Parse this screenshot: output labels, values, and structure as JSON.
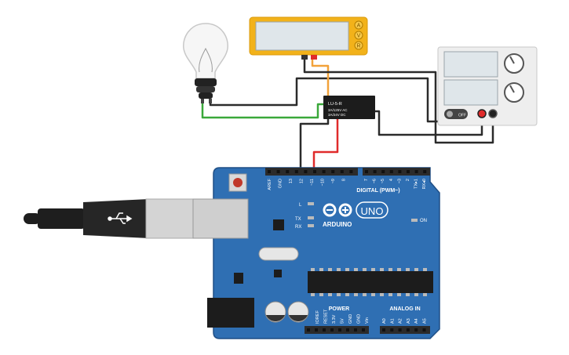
{
  "colors": {
    "board": "#2f6fb3",
    "board_dark": "#1f4f86",
    "header": "#2b2b2b",
    "meter_body": "#f2b21a",
    "wire_red": "#e02b2b",
    "wire_green": "#3aa83a",
    "wire_orange": "#f2a23a",
    "wire_black": "#2b2b2b"
  },
  "multimeter": {
    "buttons": [
      "A",
      "V",
      "R"
    ]
  },
  "relay": {
    "model": "LU-5-R",
    "rating_ac": "3A/125V AC",
    "rating_dc": "3A/24V DC"
  },
  "power_supply": {
    "off_label": "OFF"
  },
  "arduino": {
    "brand": "ARDUINO",
    "model": "UNO",
    "digital_label": "DIGITAL (PWM~)",
    "top_pins": [
      "AREF",
      "GND",
      "13",
      "12",
      "~11",
      "~10",
      "~9",
      "8",
      "7",
      "~6",
      "~5",
      "4",
      "~3",
      "2",
      "TX▸1",
      "RX◂0"
    ],
    "power_label": "POWER",
    "power_pins": [
      "IOREF",
      "RESET",
      "3.3V",
      "5V",
      "GND",
      "GND",
      "Vin"
    ],
    "analog_label": "ANALOG IN",
    "analog_pins": [
      "A0",
      "A1",
      "A2",
      "A3",
      "A4",
      "A5"
    ],
    "led_l": "L",
    "led_tx": "TX",
    "led_rx": "RX",
    "led_on": "ON"
  },
  "icons": [
    "light-bulb-icon",
    "usb-cable-icon",
    "usb-symbol-icon",
    "infinity-logo-icon",
    "knob-icon"
  ]
}
